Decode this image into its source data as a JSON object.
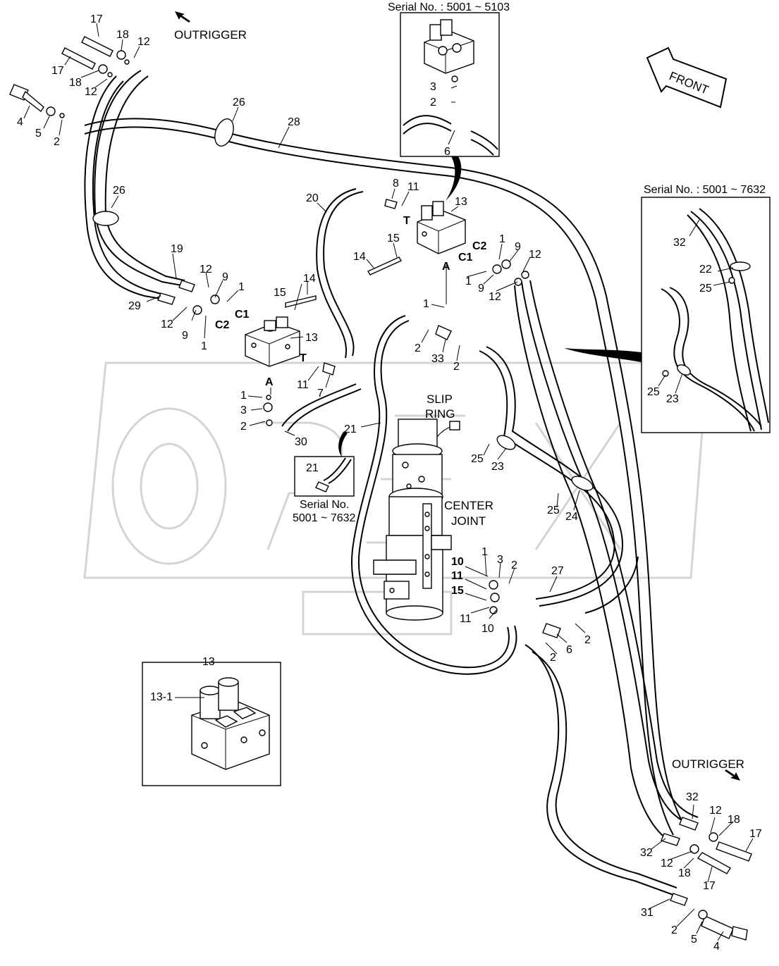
{
  "header": {
    "serial_top": "Serial No. : 5001 ~ 5103",
    "serial_right": "Serial No. : 5001 ~ 7632",
    "front": "FRONT",
    "outrigger_top": "OUTRIGGER",
    "outrigger_bottom": "OUTRIGGER"
  },
  "components": {
    "slip_ring_1": "SLIP",
    "slip_ring_2": "RING",
    "center_joint_1": "CENTER",
    "center_joint_2": "JOINT"
  },
  "inset_small": {
    "part": "21",
    "serial_1": "Serial No.",
    "serial_2": "5001 ~ 7632"
  },
  "inset_valve": {
    "title": "13",
    "part": "13-1"
  },
  "ports": {
    "c1_left": "C1",
    "c2_left": "C2",
    "t_left": "T",
    "a_left": "A",
    "c1_right": "C1",
    "c2_right": "C2",
    "t_right": "T",
    "a_right": "A",
    "p10": "10",
    "p11": "11",
    "p15": "15"
  },
  "labels": {
    "l01": "17",
    "l02": "18",
    "l03": "12",
    "l04": "17",
    "l05": "18",
    "l06": "12",
    "l07": "4",
    "l08": "5",
    "l09": "2",
    "l10": "26",
    "l11": "28",
    "l12": "26",
    "l13": "20",
    "l14": "8",
    "l15": "11",
    "l16": "13",
    "l17": "15",
    "l18": "14",
    "l19": "1",
    "l20": "9",
    "l21": "12",
    "l22": "1",
    "l23": "9",
    "l24": "12",
    "l25": "19",
    "l26": "12",
    "l27": "9",
    "l28": "1",
    "l29": "29",
    "l30": "12",
    "l31": "9",
    "l32": "1",
    "l33": "14",
    "l34": "15",
    "l35": "13",
    "l36": "11",
    "l37": "7",
    "l38": "1",
    "l39": "3",
    "l40": "2",
    "l41": "30",
    "l42": "1",
    "l43": "2",
    "l44": "33",
    "l45": "2",
    "l46": "21",
    "l47": "25",
    "l48": "23",
    "l49": "25",
    "l50": "24",
    "l51": "27",
    "l52": "1",
    "l53": "3",
    "l54": "2",
    "l55": "11",
    "l56": "10",
    "l57": "6",
    "l58": "2",
    "l59": "2",
    "l60": "32",
    "l61": "22",
    "l62": "25",
    "l63": "25",
    "l64": "23",
    "l65": "32",
    "l66": "12",
    "l67": "18",
    "l68": "17",
    "l69": "32",
    "l70": "12",
    "l71": "18",
    "l72": "17",
    "l73": "31",
    "l74": "2",
    "l75": "5",
    "l76": "4",
    "l77": "3",
    "l78": "2",
    "l79": "6"
  }
}
